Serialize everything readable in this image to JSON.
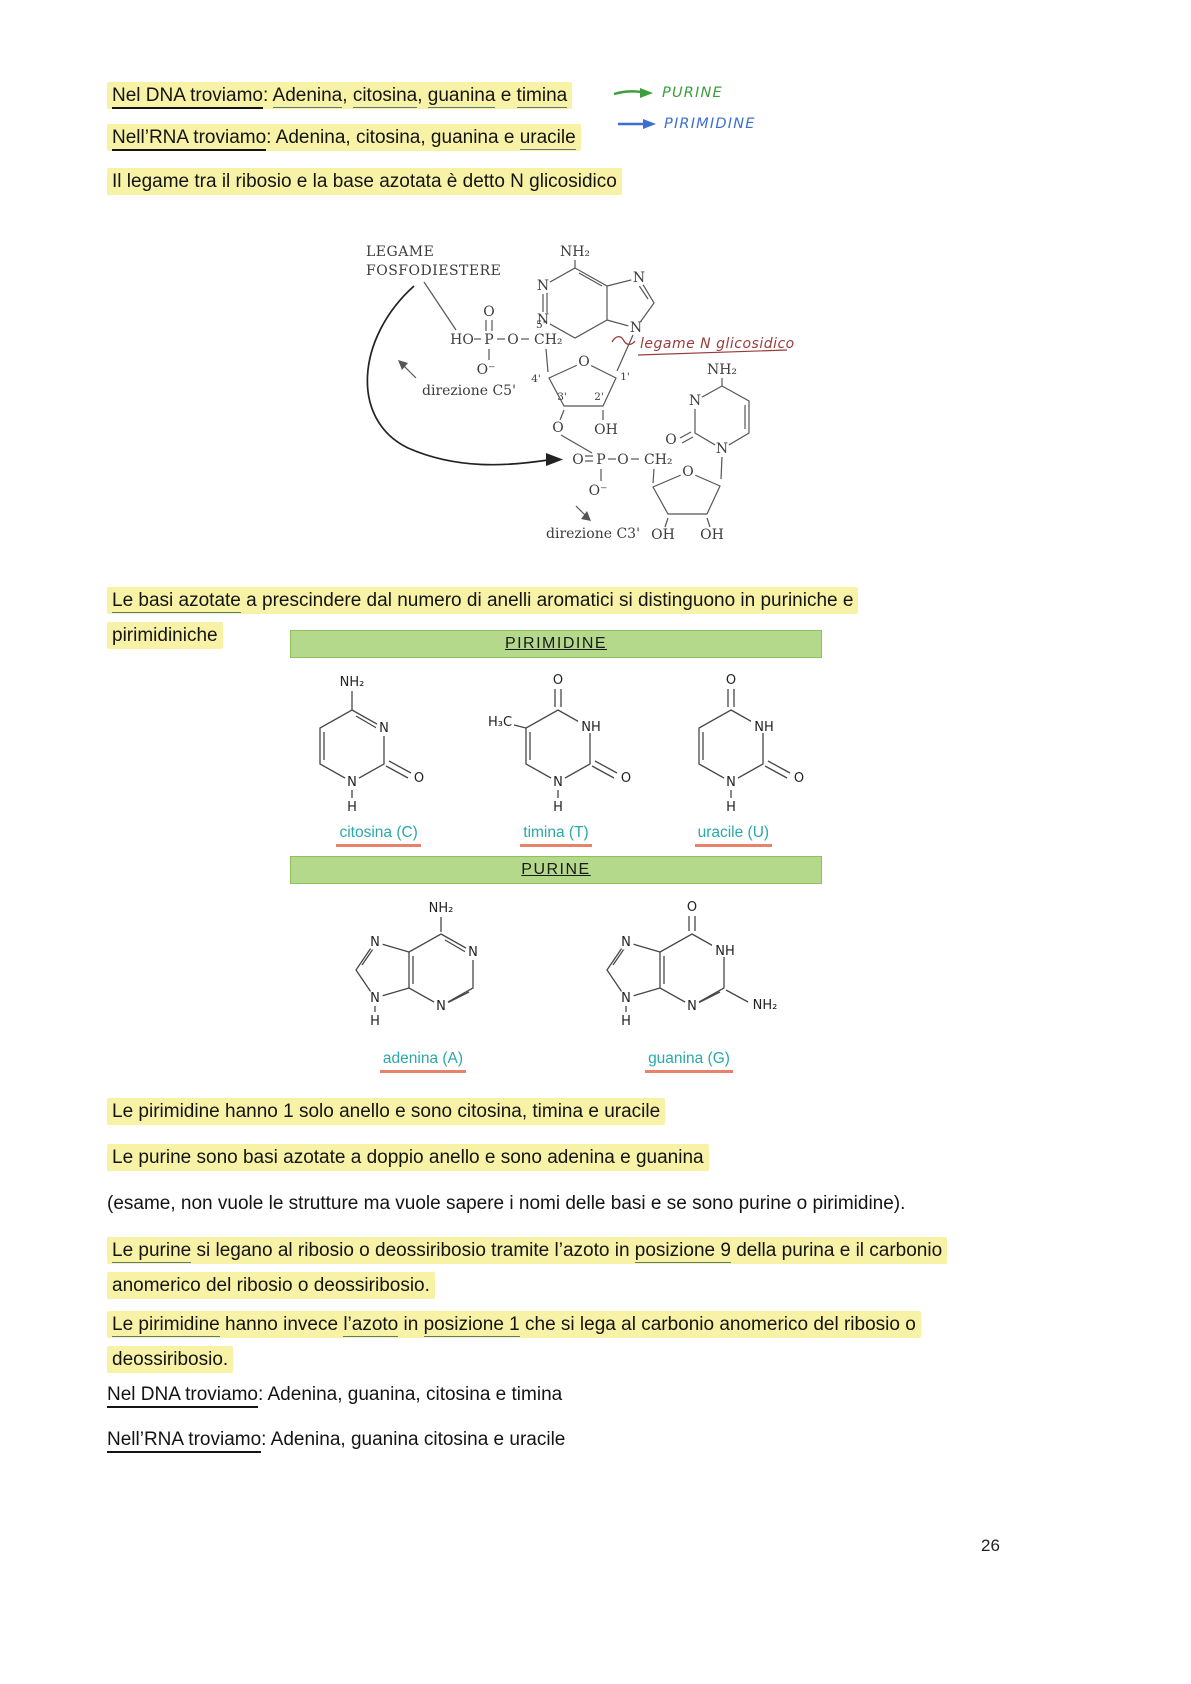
{
  "page": {
    "number": "26"
  },
  "top": {
    "line1": {
      "segments": [
        {
          "t": "Nel DNA troviamo",
          "u": "b"
        },
        {
          "t": ": "
        },
        {
          "t": "Adenina",
          "u": "t"
        },
        {
          "t": ", "
        },
        {
          "t": "citosina",
          "u": "t"
        },
        {
          "t": ", "
        },
        {
          "t": "guanina",
          "u": "t"
        },
        {
          "t": " e "
        },
        {
          "t": "timina",
          "u": "t"
        }
      ],
      "annotation": "PURINE"
    },
    "line2": {
      "segments": [
        {
          "t": "Nell’RNA troviamo",
          "u": "b"
        },
        {
          "t": ": Adenina, citosina, guanina e "
        },
        {
          "t": "uracile",
          "u": "t"
        }
      ],
      "annotation": "PIRIMIDINE"
    },
    "line3": "Il legame tra il ribosio e la base azotata è detto N glicosidico"
  },
  "diagram": {
    "title_line1": "LEGAME",
    "title_line2": "FOSFODIESTERE",
    "nh2": "NH₂",
    "n": "N",
    "o": "O",
    "oh": "OH",
    "o_minus": "O⁻",
    "ho": "HO",
    "p": "P",
    "ch2": "CH₂",
    "p5": "5'",
    "p4": "4'",
    "p3": "3'",
    "p2": "2'",
    "p1": "1'",
    "dir_c5": "direzione C5'",
    "dir_c3": "direzione C3'",
    "glicosidico": "legame N glicosidico"
  },
  "intro": {
    "segments": [
      {
        "t": "Le basi azotate",
        "u": "t"
      },
      {
        "t": " a prescindere dal numero di anelli aromatici si distinguono in puriniche e"
      },
      {
        "br": true
      },
      {
        "t": "pirimidiniche"
      }
    ]
  },
  "table": {
    "header_pyrimidines": "PIRIMIDINE",
    "header_purines": "PURINE",
    "molecules": {
      "citosina": {
        "caption": "citosina (C)"
      },
      "timina": {
        "caption": "timina (T)"
      },
      "uracile": {
        "caption": "uracile (U)"
      },
      "adenina": {
        "caption": "adenina (A)"
      },
      "guanina": {
        "caption": "guanina (G)"
      }
    }
  },
  "atoms": {
    "nh2": "NH₂",
    "n": "N",
    "nh": "NH",
    "h": "H",
    "o": "O",
    "h3c": "H₃C"
  },
  "body": {
    "line1": {
      "segments": [
        {
          "t": "Le pirimidine hanno 1 solo anello e sono citosina, timina e uracile"
        }
      ]
    },
    "line2": {
      "segments": [
        {
          "t": "Le purine sono basi azotate a doppio anello e sono adenina e guanina"
        }
      ]
    },
    "note": "(esame, non vuole le strutture ma vuole sapere i nomi delle basi e se sono purine o pirimidine).",
    "para1": {
      "segments": [
        {
          "t": "Le purine",
          "u": "t"
        },
        {
          "t": " si legano al ribosio o deossiribosio tramite l’azoto in "
        },
        {
          "t": "posizione 9",
          "u": "t"
        },
        {
          "t": " della purina e il carbonio"
        },
        {
          "br": true
        },
        {
          "t": "anomerico del ribosio o deossiribosio."
        }
      ]
    },
    "para2": {
      "segments": [
        {
          "t": "Le pirimidine",
          "u": "t"
        },
        {
          "t": " hanno invece "
        },
        {
          "t": "l’azoto",
          "u": "t"
        },
        {
          "t": " in "
        },
        {
          "t": "posizione 1",
          "u": "t"
        },
        {
          "t": " che si lega al carbonio anomerico del ribosio o"
        },
        {
          "br": true
        },
        {
          "t": "deossiribosio."
        }
      ]
    },
    "line6": {
      "segments": [
        {
          "t": "Nel DNA troviamo",
          "u": "b"
        },
        {
          "t": ": Adenina, guanina, citosina e timina"
        }
      ]
    },
    "line7": {
      "segments": [
        {
          "t": "Nell’RNA troviamo",
          "u": "b"
        },
        {
          "t": ": Adenina, guanina citosina e uracile"
        }
      ]
    }
  }
}
